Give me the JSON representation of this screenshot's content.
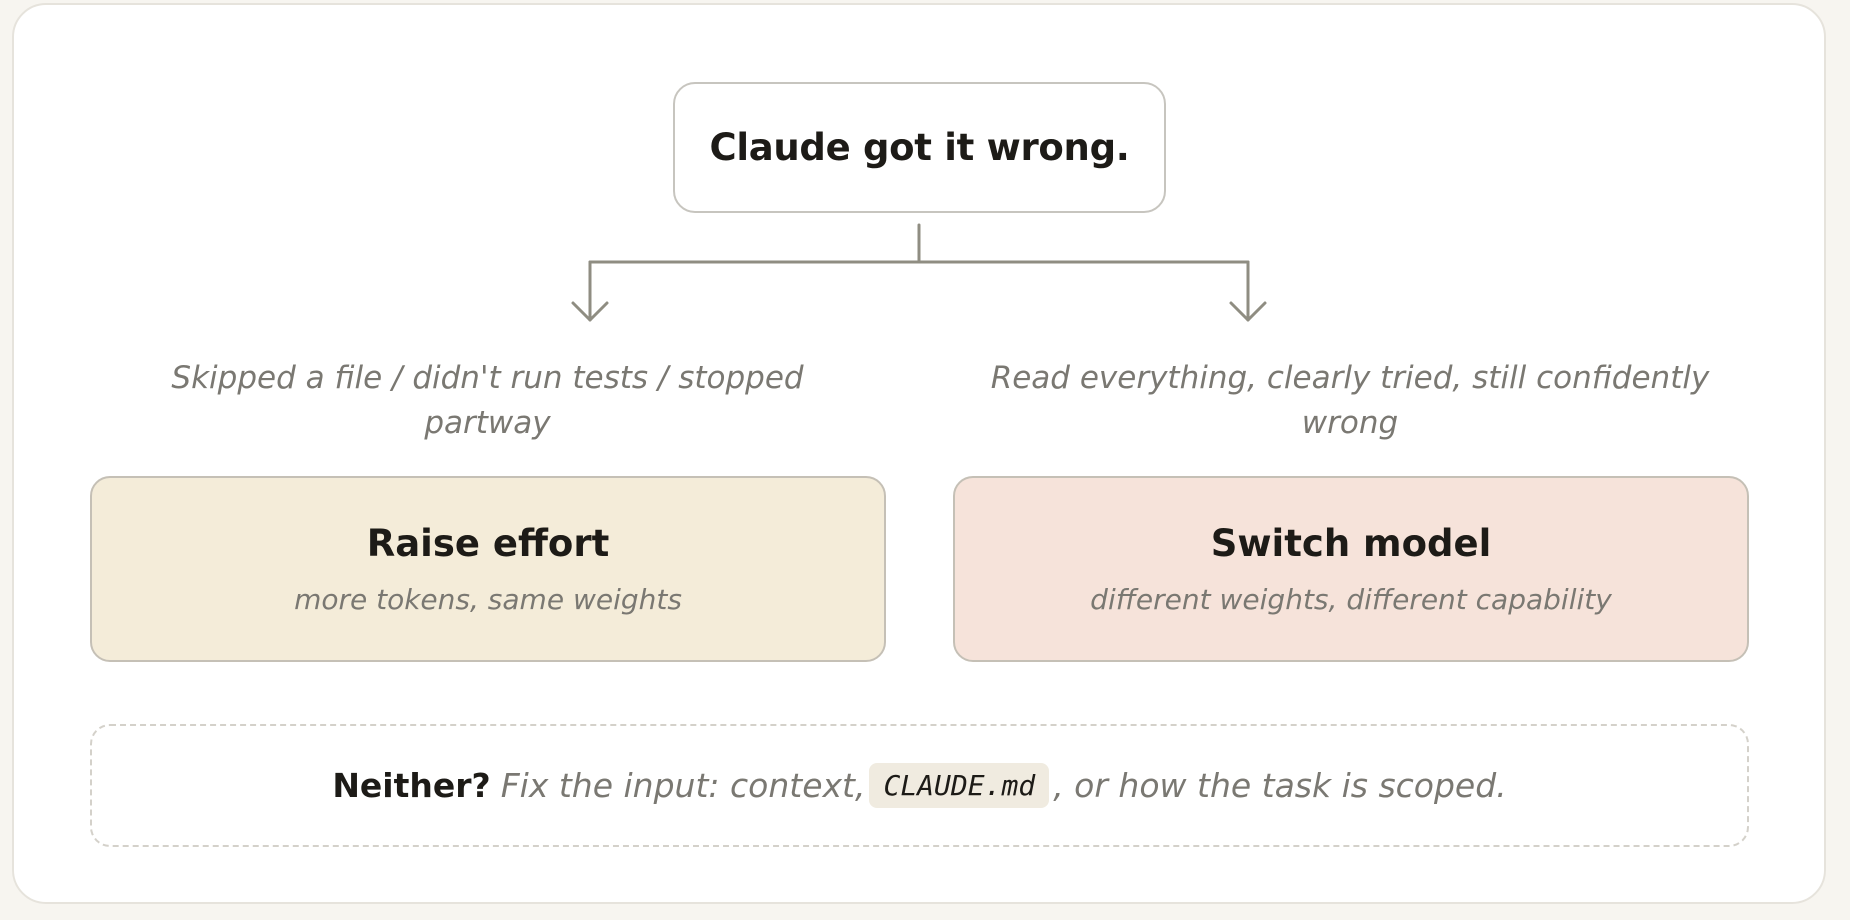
{
  "root": {
    "title": "Claude got it wrong."
  },
  "branches": [
    {
      "condition": "Skipped a file / didn't run tests / stopped partway",
      "action_title": "Raise effort",
      "action_subtitle": "more tokens, same weights"
    },
    {
      "condition": "Read everything, clearly tried, still confidently wrong",
      "action_title": "Switch model",
      "action_subtitle": "different weights, different capability"
    }
  ],
  "footer": {
    "lead": "Neither?",
    "text_before": "Fix the input: context,",
    "code": "CLAUDE.md",
    "text_after": ", or how the task is scoped."
  },
  "colors": {
    "effort_fill": "#f4ecd9",
    "model_fill": "#f6e3da",
    "connector": "#8f8d82"
  }
}
